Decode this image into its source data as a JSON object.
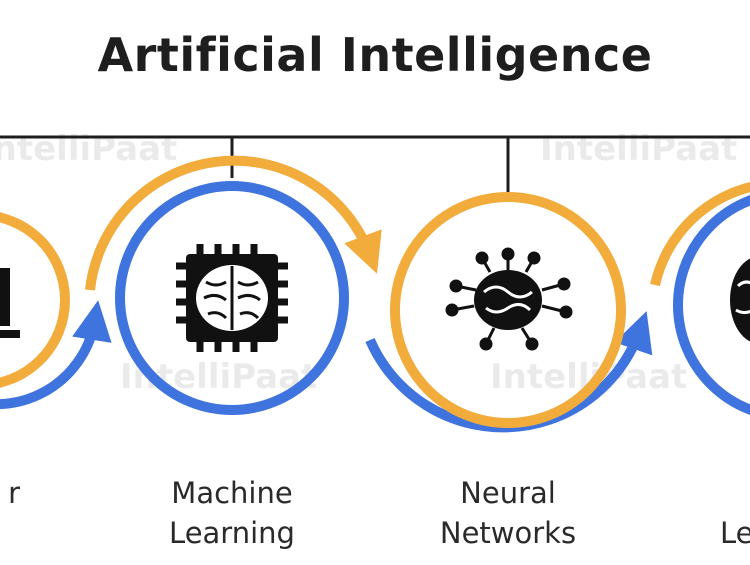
{
  "title": "Artificial Intelligence",
  "watermark": "IntelliPaat",
  "colors": {
    "orange": "#F2AC3C",
    "blue": "#3F73DE",
    "connector": "#1e1e1e",
    "icon": "#111111"
  },
  "nodes": [
    {
      "id": "computer-vision",
      "line1": "",
      "line2": "r",
      "color": "orange",
      "icon": "monitor-icon"
    },
    {
      "id": "machine-learning",
      "line1": "Machine",
      "line2": "Learning",
      "color": "blue",
      "icon": "chip-brain-icon"
    },
    {
      "id": "neural-networks",
      "line1": "Neural",
      "line2": "Networks",
      "color": "orange",
      "icon": "neural-brain-icon"
    },
    {
      "id": "deep-learning",
      "line1": "",
      "line2": "Le",
      "color": "blue",
      "icon": "brain-icon"
    }
  ]
}
